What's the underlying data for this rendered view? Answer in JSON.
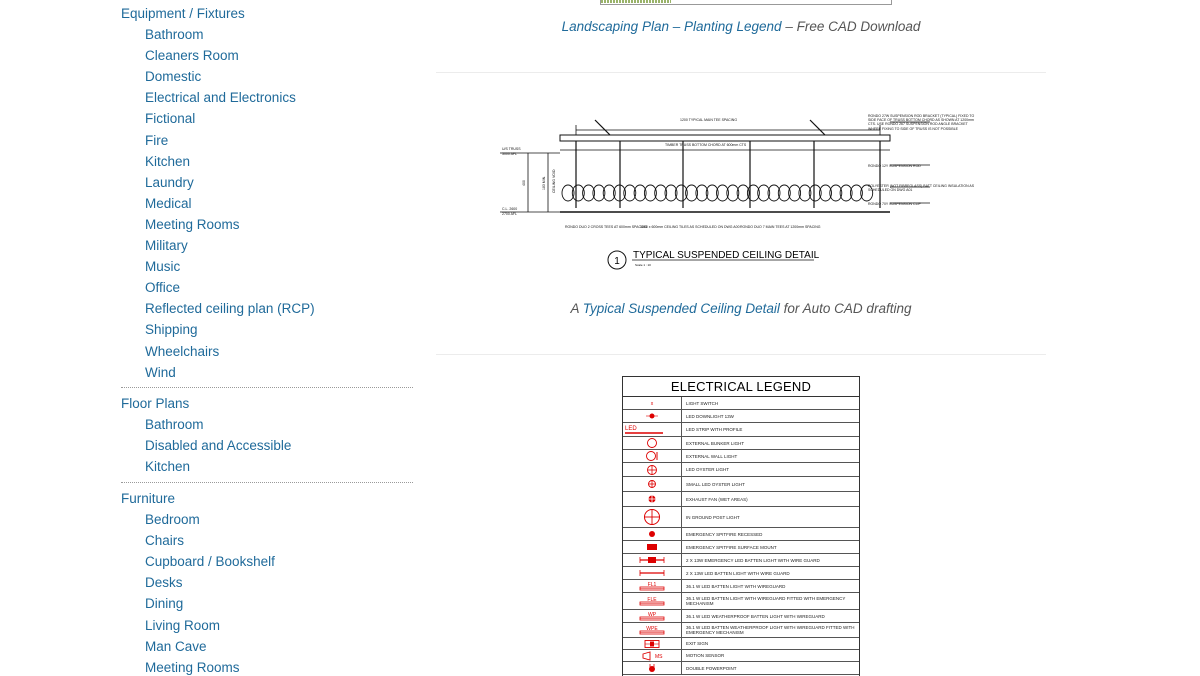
{
  "sidebar": {
    "equipment": {
      "title": "Equipment / Fixtures",
      "items": [
        "Bathroom",
        "Cleaners Room",
        "Domestic",
        "Electrical and Electronics",
        "Fictional",
        "Fire",
        "Kitchen",
        "Laundry",
        "Medical",
        "Meeting Rooms",
        "Military",
        "Music",
        "Office",
        "Reflected ceiling plan (RCP)",
        "Shipping",
        "Wheelchairs",
        "Wind"
      ]
    },
    "floor_plans": {
      "title": "Floor Plans",
      "items": [
        "Bathroom",
        "Disabled and Accessible",
        "Kitchen"
      ]
    },
    "furniture": {
      "title": "Furniture",
      "items": [
        "Bedroom",
        "Chairs",
        "Cupboard / Bookshelf",
        "Desks",
        "Dining",
        "Living Room",
        "Man Cave",
        "Meeting Rooms"
      ]
    }
  },
  "captions": {
    "landscaping": {
      "link": "Landscaping Plan – Planting Legend",
      "rest": " – Free CAD Download"
    },
    "ceiling": {
      "pre": "A ",
      "link": "Typical Suspended Ceiling Detail",
      "rest": " for Auto CAD drafting"
    }
  },
  "ceiling_detail": {
    "title": "TYPICAL SUSPENDED CEILING DETAIL",
    "number": "1",
    "scale": "Scale 1 : 10",
    "top_label": "1200 TYPICAL MAIN TEE SPACING",
    "chord_label": "TIMBER TRUSS BOTTOM CHORD AT 600mm CTS",
    "left_label_1": "U/S TRUSS",
    "left_label_1b": "3000 AFL",
    "left_label_2": "C.L. 2600",
    "left_label_2b": "2700 AFL",
    "vert_label_1": "400",
    "vert_label_2": "183 MIN.",
    "vert_label_3": "CEILING VOID",
    "bottom_label_1": "RONDO DUO 2 CROSS TEES AT 600mm SPACING",
    "bottom_label_2": "1200 x 600mm CEILING TILES AS SCHEDULED ON DWG A00",
    "bottom_label_3": "RONDO DUO 7 MAIN TEES AT 1200mm SPACING",
    "right_label_1": "RONDO 27W SUSPENSION ROD BRACKET (TYPICAL) FIXED TO SIDE FACE OF TRUSS BOTTOM CHORD AS SHOWN AT 1200mm CTS. USE RONDO 267 SUSPENSION ROD ANGLE BRACKET WHERE FIXING TO SIDE OF TRUSS IS NOT POSSIBLE",
    "right_label_2": "RONDO 12Y SUSPENSION ROD",
    "right_label_3": "POLYESTER (NOT FIBREGLASS) BATT CEILING INSULATION AS SCHEDULED ON DWG A01",
    "right_label_4": "RONDO 70Y SUSPENSION CLIP"
  },
  "electrical_legend": {
    "title": "ELECTRICAL LEGEND",
    "rows": [
      {
        "symbol": "x",
        "text": "LIGHT SWITCH"
      },
      {
        "symbol": "dot-star",
        "text": "LED DOWNLIGHT 13W"
      },
      {
        "symbol": "LED",
        "text": "LED STRIP WITH PROFILE"
      },
      {
        "symbol": "circle",
        "text": "EXTERNAL BUNKER LIGHT"
      },
      {
        "symbol": "circle-bar",
        "text": "EXTERNAL WALL LIGHT"
      },
      {
        "symbol": "circle-cross",
        "text": "LED OYSTER LIGHT"
      },
      {
        "symbol": "circle-cross-small",
        "text": "SMALL LED OYSTER LIGHT"
      },
      {
        "symbol": "circle-cross-dot",
        "text": "EXHAUST FAN (WET AREAS)"
      },
      {
        "symbol": "circle-cross-big",
        "text": "IN GROUND POST LIGHT"
      },
      {
        "symbol": "dot",
        "text": "EMERGENCY SPITFIRE RECESSED"
      },
      {
        "symbol": "rect",
        "text": "EMERGENCY SPITFIRE SURFACE MOUNT"
      },
      {
        "symbol": "batten-e",
        "text": "2 x 13w EMERGENCY LED BATTEN LIGHT WITH WIRE GUARD"
      },
      {
        "symbol": "batten",
        "text": "2 x 13w LED BATTEN LIGHT WITH WIRE GUARD"
      },
      {
        "symbol": "FL1",
        "text": "36.1 W LED BATTEN LIGHT WITH WIREGUARD"
      },
      {
        "symbol": "FLE",
        "text": "36.1 W LED BATTEN LIGHT WITH WIREGUARD FITTED WITH EMERGENCY MECHANISM"
      },
      {
        "symbol": "WP",
        "text": "36.1 W LED WEATHERPROOF BATTEN LIGHT WITH WIREGUARD"
      },
      {
        "symbol": "WPE",
        "text": "36.1 W LED BATTEN WEATHERPROOF LIGHT WITH WIREGUARD FITTED WITH EMERGENCY MECHANISM"
      },
      {
        "symbol": "EXIT",
        "text": "EXIT SIGN"
      },
      {
        "symbol": "MS",
        "text": "MOTION SENSOR"
      },
      {
        "symbol": "dp",
        "text": "DOUBLE POWERPOINT"
      }
    ]
  },
  "colors": {
    "link": "#1f6a9a",
    "symbol": "#dd0000",
    "caption": "#555555"
  }
}
